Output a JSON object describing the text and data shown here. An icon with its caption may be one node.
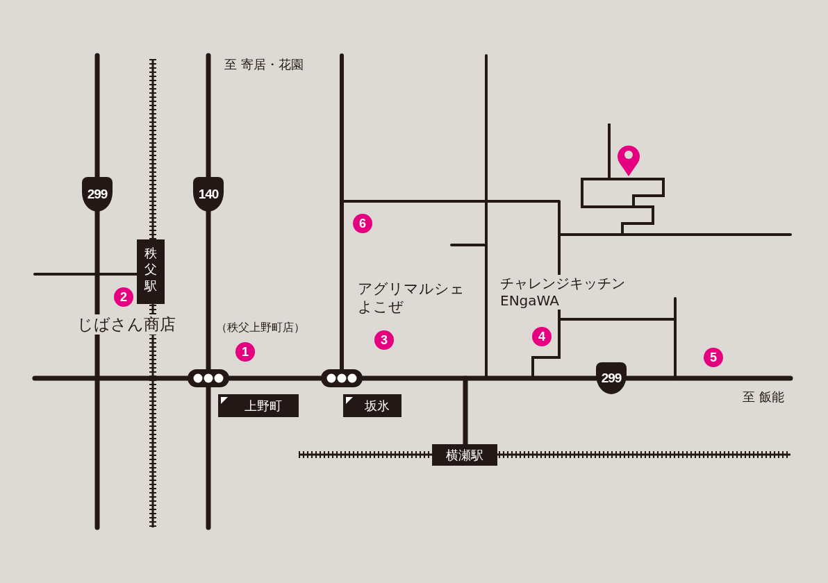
{
  "diagram": {
    "nodes": [
      {
        "text": [
          "299"
        ]
      },
      {
        "text": [
          "140"
        ]
      },
      {
        "text": [
          "6"
        ]
      },
      {
        "text": [
          "秩父駅"
        ]
      },
      {
        "text": [
          "2"
        ]
      },
      {
        "text": [
          "4"
        ]
      },
      {
        "text": [
          "3"
        ]
      },
      {
        "text": [
          "1"
        ]
      },
      {
        "text": [
          "5"
        ]
      },
      {
        "text": [
          "299"
        ]
      },
      {
        "text": [
          "上野町"
        ]
      },
      {
        "text": [
          "坂氷"
        ]
      },
      {
        "text": [
          "横瀬駅"
        ]
      }
    ],
    "labels": [
      "至 寄居・花園",
      "アグリマルシェよこぜ",
      "チャレンジキッチンENgaWA",
      "じばさん商店",
      "（秩父上野町店）",
      "至 飯能"
    ]
  }
}
